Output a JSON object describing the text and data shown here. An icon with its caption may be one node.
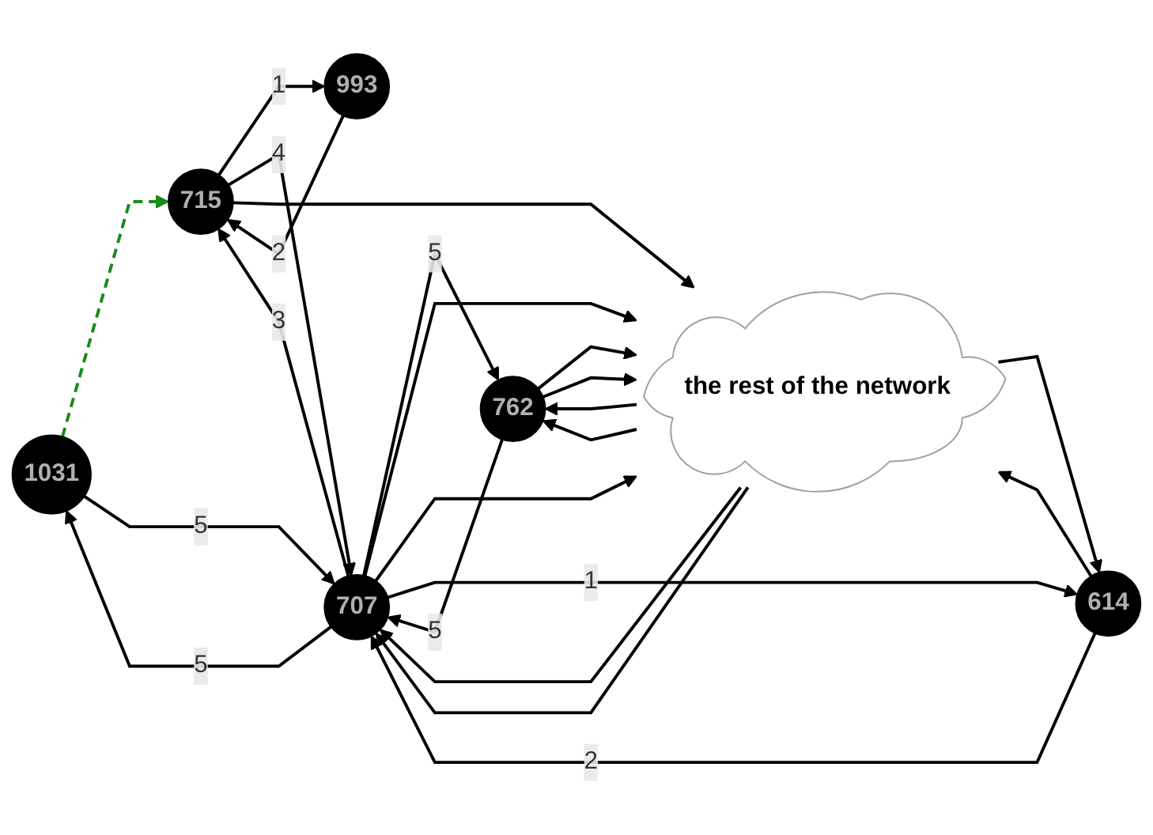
{
  "diagram": {
    "nodes": [
      {
        "text": [
          "1031"
        ]
      },
      {
        "text": [
          "993"
        ]
      },
      {
        "text": [
          "715"
        ]
      },
      {
        "text": [
          "762"
        ]
      },
      {
        "text": [
          "707"
        ]
      },
      {
        "text": [
          "614"
        ]
      },
      {
        "text": [
          "the rest of the network"
        ]
      }
    ],
    "edges": [
      {
        "from": 0,
        "to": 2,
        "arrow": "to",
        "style": "dashed",
        "color": "#1a8a1a"
      },
      {
        "from": 2,
        "to": 1,
        "arrow": "to",
        "label": "1"
      },
      {
        "from": 1,
        "to": 2,
        "arrow": "to",
        "label": "2"
      },
      {
        "from": 4,
        "to": 2,
        "arrow": "to",
        "label": "3"
      },
      {
        "from": 2,
        "to": 4,
        "arrow": "to",
        "label": "4"
      },
      {
        "from": 4,
        "to": 0,
        "arrow": "to",
        "label": "5"
      },
      {
        "from": 0,
        "to": 4,
        "arrow": "to",
        "label": "5"
      },
      {
        "from": 3,
        "to": 4,
        "arrow": "to",
        "label": "5"
      },
      {
        "from": 4,
        "to": 3,
        "arrow": "to",
        "label": "5"
      },
      {
        "from": 6,
        "to": 4,
        "arrow": "to"
      },
      {
        "from": 4,
        "to": 6,
        "arrow": "to"
      },
      {
        "from": 6,
        "to": 3,
        "arrow": "to"
      },
      {
        "from": 3,
        "to": 6,
        "arrow": "to"
      },
      {
        "from": 6,
        "to": 3,
        "arrow": "to"
      },
      {
        "from": 3,
        "to": 6,
        "arrow": "to"
      },
      {
        "from": 4,
        "to": 6,
        "arrow": "to"
      },
      {
        "from": 6,
        "to": 4,
        "arrow": "to"
      },
      {
        "from": 4,
        "to": 5,
        "arrow": "to",
        "label": "1"
      },
      {
        "from": 5,
        "to": 4,
        "arrow": "to",
        "label": "2"
      },
      {
        "from": 5,
        "to": 6,
        "arrow": "to"
      },
      {
        "from": 6,
        "to": 5,
        "arrow": "to"
      },
      {
        "from": 2,
        "to": 6,
        "arrow": "to"
      }
    ]
  }
}
